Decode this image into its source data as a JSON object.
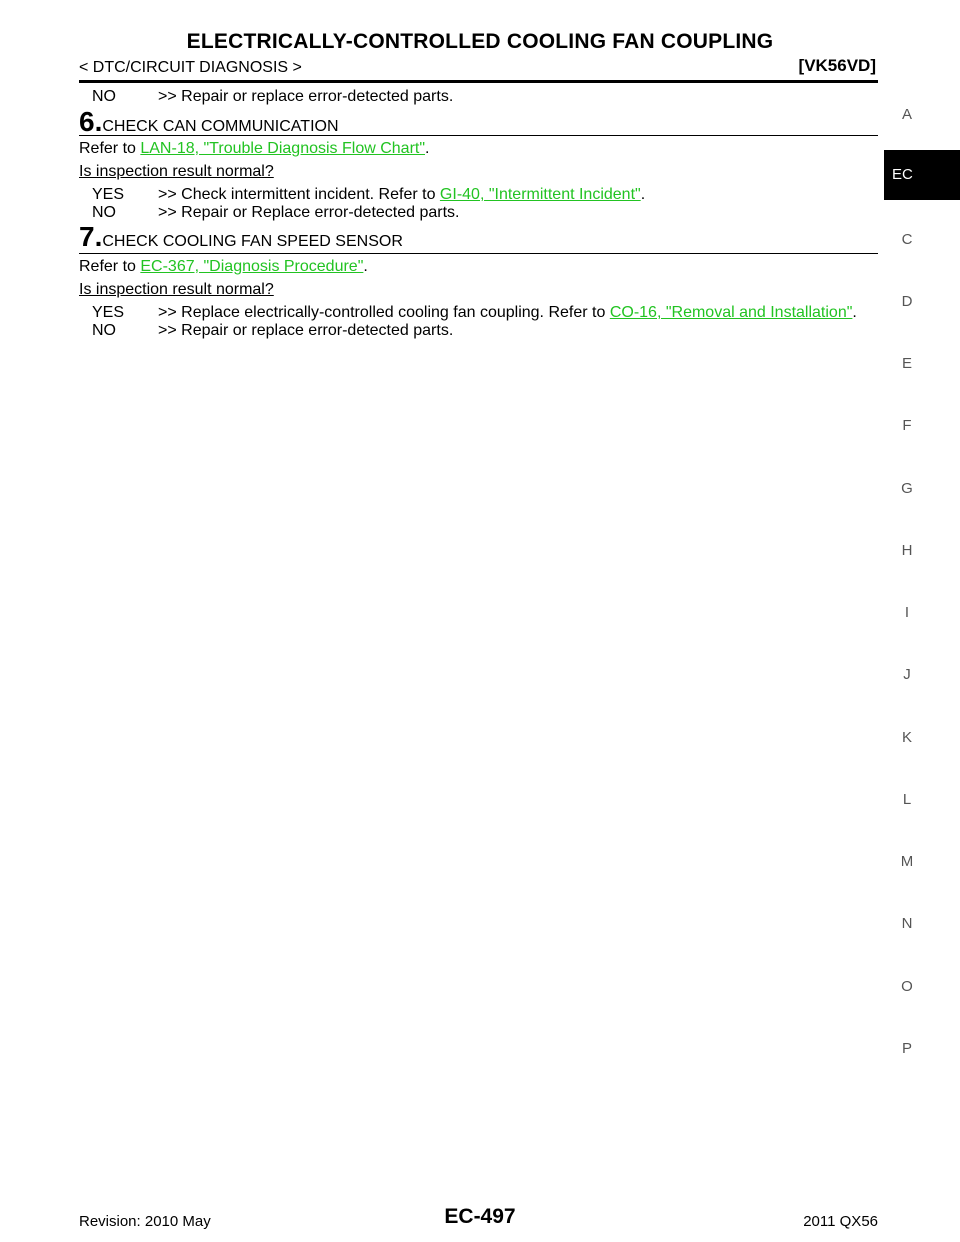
{
  "header": {
    "title": "ELECTRICALLY-CONTROLLED COOLING FAN COUPLING",
    "section": "< DTC/CIRCUIT DIAGNOSIS >",
    "model": "[VK56VD]"
  },
  "content": {
    "top_no_line": {
      "label": "NO",
      "text": ">> Repair or replace error-detected parts."
    },
    "step6": {
      "number": "6.",
      "title": "CHECK CAN COMMUNICATION",
      "refer_prefix": "Refer to ",
      "refer_link": "LAN-18, \"Trouble Diagnosis Flow Chart\"",
      "refer_suffix": ".",
      "question": "Is inspection result normal?",
      "yes_label": "YES",
      "yes_text": ">> Check intermittent incident. Refer to ",
      "yes_link": "GI-40, \"Intermittent Incident\"",
      "yes_suffix": ".",
      "no_label": "NO",
      "no_text": ">> Repair or Replace error-detected parts."
    },
    "step7": {
      "number": "7.",
      "title": "CHECK COOLING FAN SPEED SENSOR",
      "refer_prefix": "Refer to ",
      "refer_link": "EC-367, \"Diagnosis Procedure\"",
      "refer_suffix": ".",
      "question": "Is inspection result normal?",
      "yes_label": "YES",
      "yes_text": ">> Replace electrically-controlled cooling fan coupling. Refer to ",
      "yes_link": "CO-16, \"Removal and Installation\"",
      "yes_suffix": ".",
      "no_label": "NO",
      "no_text": ">> Repair or replace error-detected parts."
    }
  },
  "sidebar": {
    "active_tab": "EC",
    "letters": [
      "A",
      "C",
      "D",
      "E",
      "F",
      "G",
      "H",
      "I",
      "J",
      "K",
      "L",
      "M",
      "N",
      "O",
      "P"
    ]
  },
  "footer": {
    "revision": "Revision: 2010 May",
    "page": "EC-497",
    "model_year": "2011 QX56"
  },
  "colors": {
    "link": "#22c322",
    "tab_bg": "#000000"
  }
}
